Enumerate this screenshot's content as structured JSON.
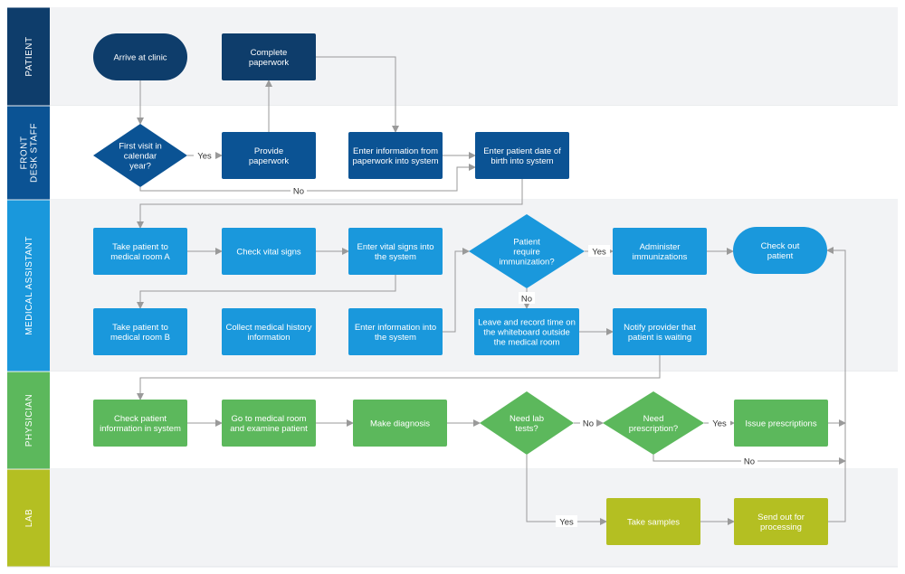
{
  "colors": {
    "patient": "#0e3d6b",
    "front_desk": "#0b5394",
    "medical_assistant": "#1a98dc",
    "physician": "#5cb85c",
    "lab": "#b4bf22",
    "lane_bg_a": "#f2f3f5",
    "lane_bg_b": "#ffffff",
    "connector": "#9a9a9a"
  },
  "lanes": [
    {
      "id": "patient",
      "label": "PATIENT"
    },
    {
      "id": "front_desk",
      "label": "FRONT DESK STAFF"
    },
    {
      "id": "medical_assistant",
      "label": "MEDICAL ASSISTANT"
    },
    {
      "id": "physician",
      "label": "PHYSICIAN"
    },
    {
      "id": "lab",
      "label": "LAB"
    }
  ],
  "nodes": [
    {
      "id": "arrive",
      "lane": "patient",
      "shape": "terminal",
      "lines": [
        "Arrive at clinic"
      ]
    },
    {
      "id": "complete_paperwork",
      "lane": "patient",
      "shape": "process",
      "lines": [
        "Complete",
        "paperwork"
      ]
    },
    {
      "id": "first_visit",
      "lane": "front_desk",
      "shape": "decision",
      "lines": [
        "First visit in",
        "calendar",
        "year?"
      ]
    },
    {
      "id": "provide_paperwork",
      "lane": "front_desk",
      "shape": "process",
      "lines": [
        "Provide",
        "paperwork"
      ]
    },
    {
      "id": "enter_info_paperwork",
      "lane": "front_desk",
      "shape": "process",
      "lines": [
        "Enter information from",
        "paperwork into system"
      ]
    },
    {
      "id": "enter_dob",
      "lane": "front_desk",
      "shape": "process",
      "lines": [
        "Enter patient date of",
        "birth into system"
      ]
    },
    {
      "id": "room_a",
      "lane": "medical_assistant",
      "shape": "process",
      "lines": [
        "Take patient to",
        "medical room A"
      ]
    },
    {
      "id": "vitals",
      "lane": "medical_assistant",
      "shape": "process",
      "lines": [
        "Check vital signs"
      ]
    },
    {
      "id": "enter_vitals",
      "lane": "medical_assistant",
      "shape": "process",
      "lines": [
        "Enter vital signs into",
        "the system"
      ]
    },
    {
      "id": "immunization_q",
      "lane": "medical_assistant",
      "shape": "decision",
      "lines": [
        "Patient",
        "require",
        "immunization?"
      ]
    },
    {
      "id": "administer",
      "lane": "medical_assistant",
      "shape": "process",
      "lines": [
        "Administer",
        "immunizations"
      ]
    },
    {
      "id": "check_out",
      "lane": "medical_assistant",
      "shape": "terminal",
      "lines": [
        "Check out",
        "patient"
      ]
    },
    {
      "id": "room_b",
      "lane": "medical_assistant",
      "shape": "process",
      "lines": [
        "Take patient to",
        "medical room B"
      ]
    },
    {
      "id": "history",
      "lane": "medical_assistant",
      "shape": "process",
      "lines": [
        "Collect medical history",
        "information"
      ]
    },
    {
      "id": "enter_info_ma",
      "lane": "medical_assistant",
      "shape": "process",
      "lines": [
        "Enter information into",
        "the system"
      ]
    },
    {
      "id": "whiteboard",
      "lane": "medical_assistant",
      "shape": "process",
      "lines": [
        "Leave and record time on",
        "the whiteboard outside",
        "the medical room"
      ]
    },
    {
      "id": "notify",
      "lane": "medical_assistant",
      "shape": "process",
      "lines": [
        "Notify provider that",
        "patient is waiting"
      ]
    },
    {
      "id": "check_info",
      "lane": "physician",
      "shape": "process",
      "lines": [
        "Check patient",
        "information in system"
      ]
    },
    {
      "id": "examine",
      "lane": "physician",
      "shape": "process",
      "lines": [
        "Go to medical room",
        "and examine patient"
      ]
    },
    {
      "id": "diagnosis",
      "lane": "physician",
      "shape": "process",
      "lines": [
        "Make diagnosis"
      ]
    },
    {
      "id": "lab_q",
      "lane": "physician",
      "shape": "decision",
      "lines": [
        "Need lab",
        "tests?"
      ]
    },
    {
      "id": "prescription_q",
      "lane": "physician",
      "shape": "decision",
      "lines": [
        "Need",
        "prescription?"
      ]
    },
    {
      "id": "issue_rx",
      "lane": "physician",
      "shape": "process",
      "lines": [
        "Issue prescriptions"
      ]
    },
    {
      "id": "take_samples",
      "lane": "lab",
      "shape": "process",
      "lines": [
        "Take samples"
      ]
    },
    {
      "id": "send_out",
      "lane": "lab",
      "shape": "process",
      "lines": [
        "Send out for",
        "processing"
      ]
    }
  ],
  "edges": [
    {
      "from": "arrive",
      "to": "first_visit"
    },
    {
      "from": "first_visit",
      "to": "provide_paperwork",
      "label": "Yes"
    },
    {
      "from": "provide_paperwork",
      "to": "complete_paperwork"
    },
    {
      "from": "complete_paperwork",
      "to": "enter_info_paperwork"
    },
    {
      "from": "enter_info_paperwork",
      "to": "enter_dob"
    },
    {
      "from": "first_visit",
      "to": "enter_dob",
      "label": "No"
    },
    {
      "from": "enter_dob",
      "to": "room_a"
    },
    {
      "from": "room_a",
      "to": "vitals"
    },
    {
      "from": "vitals",
      "to": "enter_vitals"
    },
    {
      "from": "enter_vitals",
      "to": "room_b"
    },
    {
      "from": "enter_info_ma",
      "to": "immunization_q"
    },
    {
      "from": "immunization_q",
      "to": "administer",
      "label": "Yes"
    },
    {
      "from": "administer",
      "to": "check_out"
    },
    {
      "from": "immunization_q",
      "to": "whiteboard",
      "label": "No"
    },
    {
      "from": "whiteboard",
      "to": "notify"
    },
    {
      "from": "notify",
      "to": "check_info"
    },
    {
      "from": "check_info",
      "to": "examine"
    },
    {
      "from": "examine",
      "to": "diagnosis"
    },
    {
      "from": "diagnosis",
      "to": "lab_q"
    },
    {
      "from": "lab_q",
      "to": "prescription_q",
      "label": "No"
    },
    {
      "from": "prescription_q",
      "to": "issue_rx",
      "label": "Yes"
    },
    {
      "from": "prescription_q",
      "to": "check_out",
      "label": "No"
    },
    {
      "from": "lab_q",
      "to": "take_samples",
      "label": "Yes"
    },
    {
      "from": "take_samples",
      "to": "send_out"
    },
    {
      "from": "issue_rx",
      "to": "check_out"
    },
    {
      "from": "send_out",
      "to": "check_out"
    }
  ]
}
